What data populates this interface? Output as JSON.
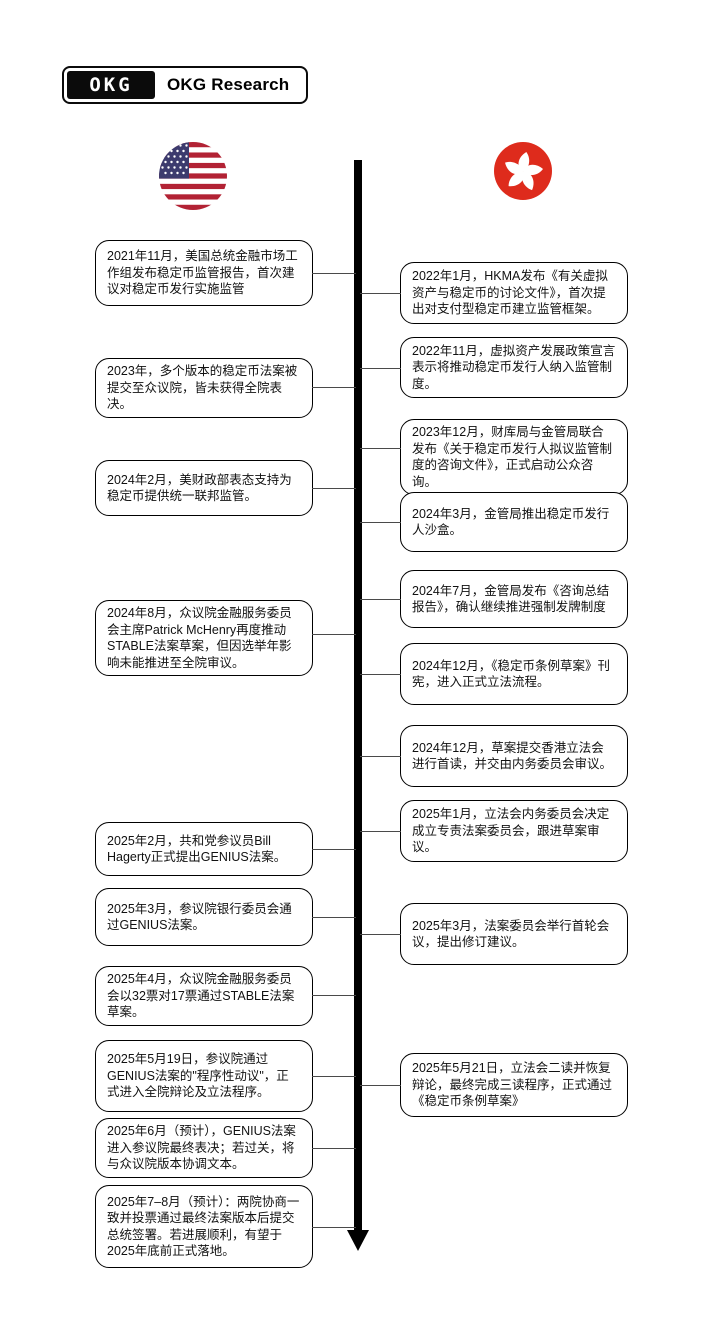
{
  "logo": {
    "mark": "OKG",
    "label": "OKG Research"
  },
  "colors": {
    "timeline": "#000000",
    "box_border": "#000000",
    "us_flag_red": "#B22234",
    "us_flag_blue": "#3C3B6E",
    "hk_flag_red": "#DE2B1C"
  },
  "columns": {
    "us": {
      "flag_icon": "us-flag-icon",
      "items": [
        "2021年11月，美国总统金融市场工作组发布稳定币监管报告，首次建议对稳定币发行实施监管",
        "2023年，多个版本的稳定币法案被提交至众议院，皆未获得全院表决。",
        "2024年2月，美财政部表态支持为稳定币提供统一联邦监管。",
        "2024年8月，众议院金融服务委员会主席Patrick McHenry再度推动STABLE法案草案，但因选举年影响未能推进至全院审议。",
        "2025年2月，共和党参议员Bill Hagerty正式提出GENIUS法案。",
        "2025年3月，参议院银行委员会通过GENIUS法案。",
        "2025年4月，众议院金融服务委员会以32票对17票通过STABLE法案草案。",
        "2025年5月19日，参议院通过GENIUS法案的\"程序性动议\"，正式进入全院辩论及立法程序。",
        "2025年6月（预计），GENIUS法案进入参议院最终表决；若过关，将与众议院版本协调文本。",
        "2025年7–8月（预计）：两院协商一致并投票通过最终法案版本后提交总统签署。若进展顺利，有望于2025年底前正式落地。"
      ]
    },
    "hk": {
      "flag_icon": "hk-flag-icon",
      "items": [
        "2022年1月，HKMA发布《有关虚拟资产与稳定币的讨论文件》，首次提出对支付型稳定币建立监管框架。",
        "2022年11月，虚拟资产发展政策宣言表示将推动稳定币发行人纳入监管制度。",
        "2023年12月，财库局与金管局联合发布《关于稳定币发行人拟议监管制度的咨询文件》，正式启动公众咨询。",
        "2024年3月，金管局推出稳定币发行人沙盒。",
        "2024年7月，金管局发布《咨询总结报告》，确认继续推进强制发牌制度",
        "2024年12月，《稳定币条例草案》刊宪，进入正式立法流程。",
        "2024年12月，草案提交香港立法会进行首读，并交由内务委员会审议。",
        "2025年1月，立法会内务委员会决定成立专责法案委员会，跟进草案审议。",
        "2025年3月，法案委员会举行首轮会议，提出修订建议。",
        "2025年5月21日，立法会二读并恢复辩论，最终完成三读程序，正式通过《稳定币条例草案》"
      ]
    }
  }
}
